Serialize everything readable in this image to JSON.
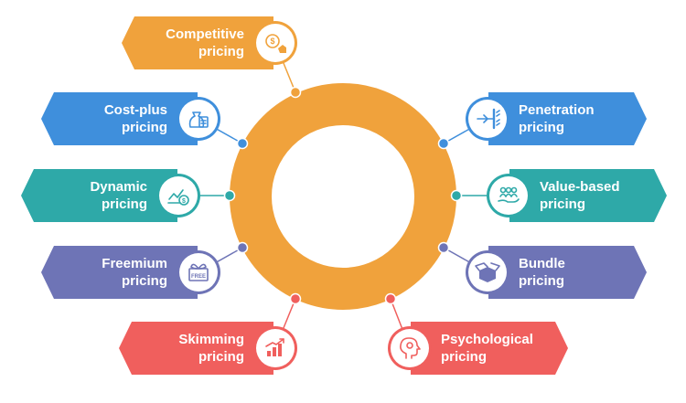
{
  "colors": {
    "ring": "#F0A23C",
    "orange": "#F0A23C",
    "blue": "#3F8FDC",
    "teal": "#2EA9A8",
    "purple": "#6E74B6",
    "red": "#F05F5D",
    "white": "#FFFFFF"
  },
  "items": [
    {
      "id": "competitive",
      "side": "left",
      "lines": [
        "Competitive",
        "pricing"
      ],
      "color": "orange",
      "icon": "coin-hand-icon"
    },
    {
      "id": "cost-plus",
      "side": "left",
      "lines": [
        "Cost-plus",
        "pricing"
      ],
      "color": "blue",
      "icon": "money-bag-calculator-icon"
    },
    {
      "id": "dynamic",
      "side": "left",
      "lines": [
        "Dynamic",
        "pricing"
      ],
      "color": "teal",
      "icon": "line-chart-coin-icon"
    },
    {
      "id": "freemium",
      "side": "left",
      "lines": [
        "Freemium",
        "pricing"
      ],
      "color": "purple",
      "icon": "gift-free-icon"
    },
    {
      "id": "skimming",
      "side": "left",
      "lines": [
        "Skimming",
        "pricing"
      ],
      "color": "red",
      "icon": "rising-bar-chart-icon"
    },
    {
      "id": "penetration",
      "side": "right",
      "lines": [
        "Penetration",
        "pricing"
      ],
      "color": "blue",
      "icon": "arrow-barrier-icon"
    },
    {
      "id": "value-based",
      "side": "right",
      "lines": [
        "Value-based",
        "pricing"
      ],
      "color": "teal",
      "icon": "people-hand-icon"
    },
    {
      "id": "bundle",
      "side": "right",
      "lines": [
        "Bundle",
        "pricing"
      ],
      "color": "purple",
      "icon": "open-box-icon"
    },
    {
      "id": "psychological",
      "side": "right",
      "lines": [
        "Psychological",
        "pricing"
      ],
      "color": "red",
      "icon": "head-mind-icon"
    }
  ]
}
